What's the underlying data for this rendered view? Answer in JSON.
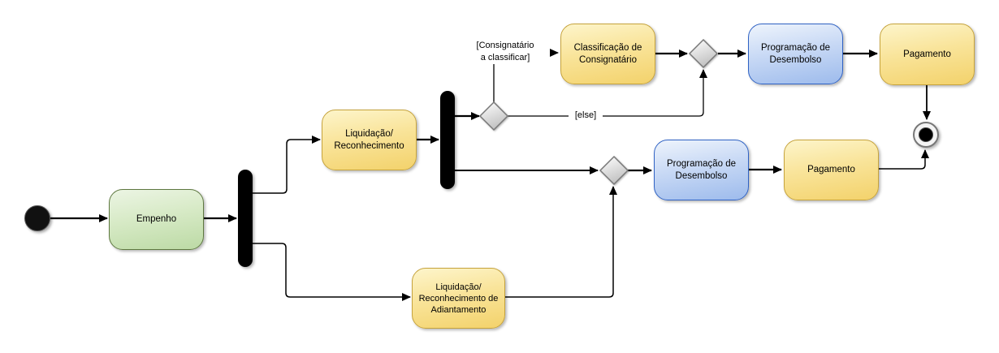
{
  "diagram": {
    "type": "uml-activity-diagram",
    "nodes": {
      "start": {
        "type": "initial-node"
      },
      "empenho": {
        "label": "Empenho"
      },
      "liquidacao_reconhecimento": {
        "label": "Liquidação/\nReconhecimento"
      },
      "liquidacao_adiantamento": {
        "label": "Liquidação/\nReconhecimento de\nAdiantamento"
      },
      "classificacao_consignatario": {
        "label": "Classificação de\nConsignatário"
      },
      "programacao_desembolso_superior": {
        "label": "Programação de\nDesembolso"
      },
      "pagamento_superior": {
        "label": "Pagamento"
      },
      "programacao_desembolso_inferior": {
        "label": "Programação de\nDesembolso"
      },
      "pagamento_inferior": {
        "label": "Pagamento"
      },
      "end": {
        "type": "final-node"
      }
    },
    "edge_labels": {
      "consignatario_guard": "[Consignatário\na classificar]",
      "else_guard": "[else]"
    },
    "edges": [
      {
        "from": "start",
        "to": "empenho"
      },
      {
        "from": "empenho",
        "to": "fork-bar-1"
      },
      {
        "from": "fork-bar-1",
        "to": "liquidacao_reconhecimento"
      },
      {
        "from": "fork-bar-1",
        "to": "liquidacao_adiantamento"
      },
      {
        "from": "liquidacao_reconhecimento",
        "to": "fork-bar-2"
      },
      {
        "from": "fork-bar-2",
        "to": "decision-diamond"
      },
      {
        "from": "fork-bar-2",
        "to": "merge-diamond-bottom"
      },
      {
        "from": "decision-diamond",
        "to": "classificacao_consignatario",
        "guard": "[Consignatário a classificar]"
      },
      {
        "from": "decision-diamond",
        "to": "merge-diamond-top",
        "guard": "[else]"
      },
      {
        "from": "classificacao_consignatario",
        "to": "merge-diamond-top"
      },
      {
        "from": "merge-diamond-top",
        "to": "programacao_desembolso_superior"
      },
      {
        "from": "programacao_desembolso_superior",
        "to": "pagamento_superior"
      },
      {
        "from": "pagamento_superior",
        "to": "end"
      },
      {
        "from": "liquidacao_adiantamento",
        "to": "merge-diamond-bottom"
      },
      {
        "from": "merge-diamond-bottom",
        "to": "programacao_desembolso_inferior"
      },
      {
        "from": "programacao_desembolso_inferior",
        "to": "pagamento_inferior"
      },
      {
        "from": "pagamento_inferior",
        "to": "end"
      }
    ],
    "colors": {
      "activity_yellow_top": "#FDF5CB",
      "activity_yellow_bottom": "#F3D26B",
      "activity_yellow_border": "#C6A33C",
      "activity_green_top": "#ECF5E4",
      "activity_green_bottom": "#BCDAA5",
      "activity_green_border": "#5E7840",
      "activity_blue_top": "#EEF4FC",
      "activity_blue_bottom": "#9DBBEC",
      "activity_blue_border": "#2F62C4",
      "diamond_fill_top": "#FFFFFF",
      "diamond_fill_bottom": "#C2C2C2",
      "diamond_border": "#787878",
      "edge_color": "#000000",
      "background": "#FFFFFF"
    }
  }
}
